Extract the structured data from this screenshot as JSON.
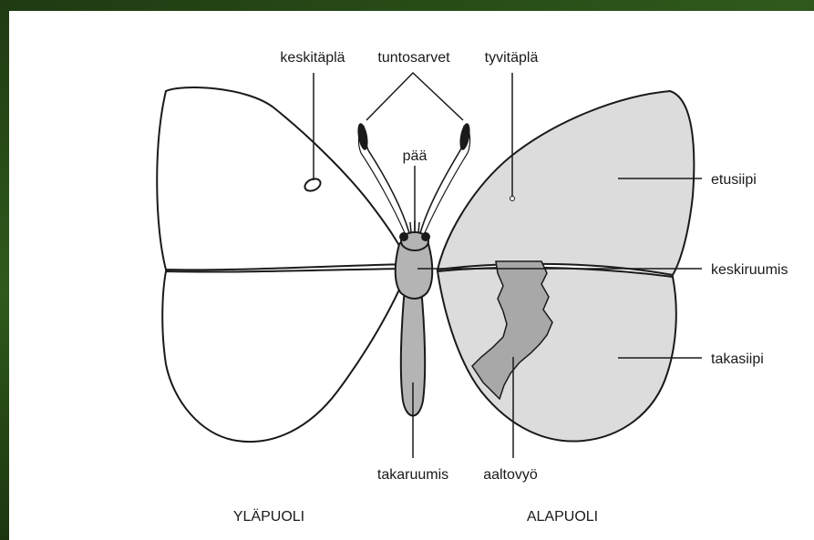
{
  "labels": {
    "keskitapla": "keskitäplä",
    "tuntosarvet": "tuntosarvet",
    "tyvitapla": "tyvitäplä",
    "paa": "pää",
    "etusiipi": "etusiipi",
    "keskiruumis": "keskiruumis",
    "takasiipi": "takasiipi",
    "takaruumis": "takaruumis",
    "aaltovyo": "aaltovyö",
    "ylapuoli": "YLÄPUOLI",
    "alapuoli": "ALAPUOLI"
  },
  "colors": {
    "background": "#24451a",
    "panel": "#ffffff",
    "wing_upper": "#ffffff",
    "wing_under": "#dcdcdc",
    "body": "#b4b4b4",
    "wavy_band": "#a8a8a8",
    "outline": "#1a1a1a"
  }
}
